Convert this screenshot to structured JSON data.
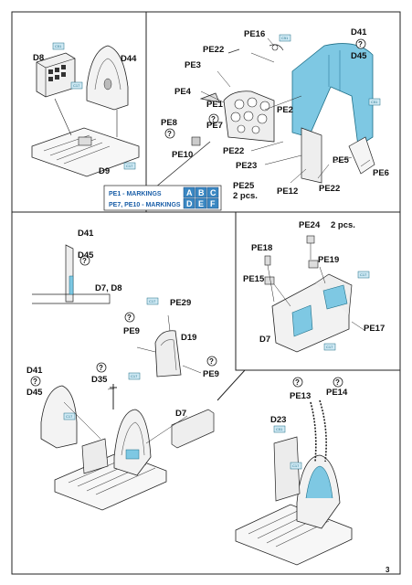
{
  "labels": {
    "d8": "D8",
    "d44": "D44",
    "d9": "D9",
    "pe16": "PE16",
    "d41_top": "D41",
    "d45_top": "D45",
    "pe22_top": "PE22",
    "pe3": "PE3",
    "pe4": "PE4",
    "pe1": "PE1",
    "pe7": "PE7",
    "pe8": "PE8",
    "pe2": "PE2",
    "pe10": "PE10",
    "pe22_mid": "PE22",
    "pe23": "PE23",
    "pe25": "PE25",
    "pcs_pe25": "2 pcs.",
    "pe12": "PE12",
    "pe22_right": "PE22",
    "pe5": "PE5",
    "pe6": "PE6",
    "d41_left": "D41",
    "d45_left": "D45",
    "d7d8": "D7, D8",
    "pe29": "PE29",
    "pe9_a": "PE9",
    "d19": "D19",
    "pe9_b": "PE9",
    "d41_low": "D41",
    "d45_low": "D45",
    "d35": "D35",
    "d7_low": "D7",
    "pe24": "PE24",
    "pcs_pe24": "2 pcs.",
    "pe18": "PE18",
    "pe19": "PE19",
    "pe15": "PE15",
    "d7_right": "D7",
    "pe17": "PE17",
    "pe13": "PE13",
    "pe14": "PE14",
    "d23": "D23"
  },
  "legend": {
    "row1_label": "PE1 - MARKINGS",
    "row2_label": "PE7, PE10 - MARKINGS",
    "row1_letters": [
      "A",
      "B",
      "C"
    ],
    "row2_letters": [
      "D",
      "E",
      "F"
    ]
  },
  "color_tags": {
    "c1": "C51",
    "c2": "C17",
    "c3": "C51",
    "c4": "C17",
    "c5": "C51",
    "c6": "C17",
    "c7": "C17",
    "c8": "C17",
    "c9": "C17",
    "c10": "C17",
    "c11": "C51",
    "c12": "C17"
  },
  "page_number": "3",
  "colors": {
    "accent_blue": "#7ec8e3",
    "tag_blue": "#cfe9f4",
    "legend_box_blue": "#3a87c2",
    "legend_text_blue": "#1b5fa8"
  }
}
